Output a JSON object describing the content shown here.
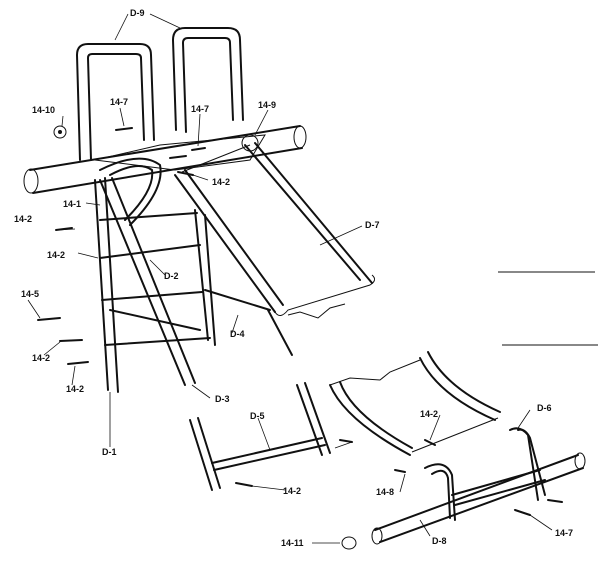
{
  "diagram": {
    "labels": {
      "d9": "D-9",
      "l14_10": "14-10",
      "l14_7a": "14-7",
      "l14_7b": "14-7",
      "l14_9": "14-9",
      "l14_2a": "14-2",
      "l14_1": "14-1",
      "l14_2b": "14-2",
      "l14_2c": "14-2",
      "d7": "D-7",
      "d2": "D-2",
      "l14_5": "14-5",
      "d4": "D-4",
      "l14_2d": "14-2",
      "l14_2e": "14-2",
      "d3": "D-3",
      "d5": "D-5",
      "d1": "D-1",
      "l14_2f": "14-2",
      "l14_2g": "14-2",
      "d6": "D-6",
      "l14_8": "14-8",
      "l14_7c": "14-7",
      "l14_11": "14-11",
      "d8": "D-8"
    }
  }
}
